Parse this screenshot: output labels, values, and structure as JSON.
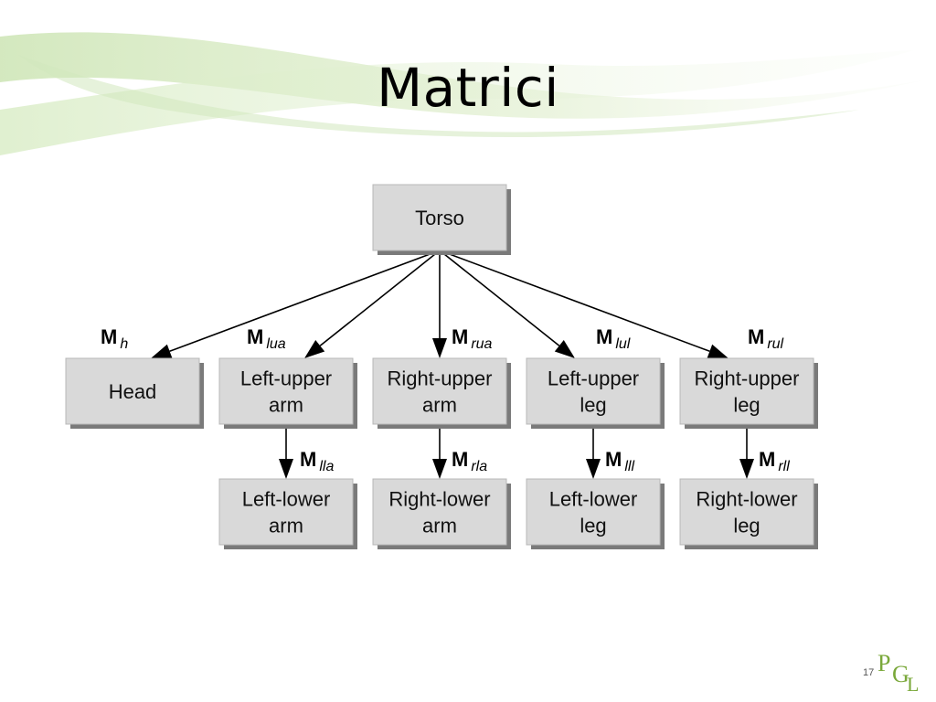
{
  "slide": {
    "title": "Matrici",
    "page_number": "17",
    "logo_text": "PGL"
  },
  "diagram": {
    "nodes": [
      {
        "id": "torso",
        "lines": [
          "Torso"
        ]
      },
      {
        "id": "head",
        "lines": [
          "Head"
        ]
      },
      {
        "id": "lua",
        "lines": [
          "Left-upper",
          "arm"
        ]
      },
      {
        "id": "rua",
        "lines": [
          "Right-upper",
          "arm"
        ]
      },
      {
        "id": "lul",
        "lines": [
          "Left-upper",
          "leg"
        ]
      },
      {
        "id": "rul",
        "lines": [
          "Right-upper",
          "leg"
        ]
      },
      {
        "id": "lla",
        "lines": [
          "Left-lower",
          "arm"
        ]
      },
      {
        "id": "rla",
        "lines": [
          "Right-lower",
          "arm"
        ]
      },
      {
        "id": "lll",
        "lines": [
          "Left-lower",
          "leg"
        ]
      },
      {
        "id": "rll",
        "lines": [
          "Right-lower",
          "leg"
        ]
      }
    ],
    "edges": [
      {
        "from": "torso",
        "to": "head",
        "label": "M",
        "sub": "h"
      },
      {
        "from": "torso",
        "to": "lua",
        "label": "M",
        "sub": "lua"
      },
      {
        "from": "torso",
        "to": "rua",
        "label": "M",
        "sub": "rua"
      },
      {
        "from": "torso",
        "to": "lul",
        "label": "M",
        "sub": "lul"
      },
      {
        "from": "torso",
        "to": "rul",
        "label": "M",
        "sub": "rul"
      },
      {
        "from": "lua",
        "to": "lla",
        "label": "M",
        "sub": "lla"
      },
      {
        "from": "rua",
        "to": "rla",
        "label": "M",
        "sub": "rla"
      },
      {
        "from": "lul",
        "to": "lll",
        "label": "M",
        "sub": "lll"
      },
      {
        "from": "rul",
        "to": "rll",
        "label": "M",
        "sub": "rll"
      }
    ]
  }
}
